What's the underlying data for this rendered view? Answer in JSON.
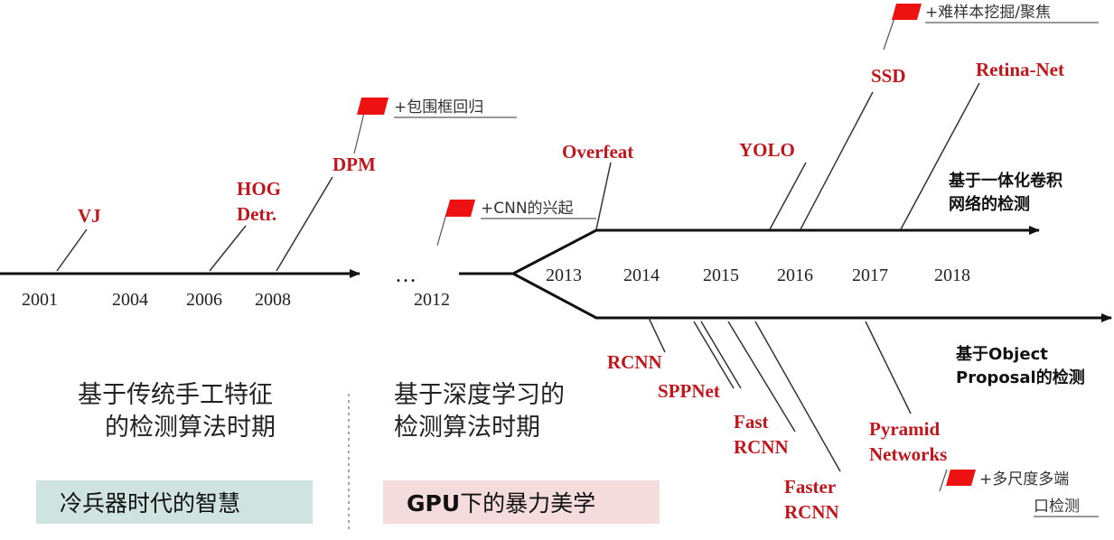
{
  "ellipsis": "…",
  "years": {
    "y2001": "2001",
    "y2004": "2004",
    "y2006": "2006",
    "y2008": "2008",
    "y2012": "2012",
    "y2013": "2013",
    "y2014": "2014",
    "y2015": "2015",
    "y2016": "2016",
    "y2017": "2017",
    "y2018": "2018"
  },
  "methods": {
    "vj": "VJ",
    "hog1": "HOG",
    "hog2": "Detr.",
    "dpm": "DPM",
    "overfeat": "Overfeat",
    "yolo": "YOLO",
    "ssd": "SSD",
    "retinanet": "Retina-Net",
    "rcnn": "RCNN",
    "sppnet": "SPPNet",
    "fast1": "Fast",
    "fast2": "RCNN",
    "faster1": "Faster",
    "faster2": "RCNN",
    "pyramid1": "Pyramid",
    "pyramid2": "Networks"
  },
  "flags": {
    "bbox": "+包围框回归",
    "cnn": "+CNN的兴起",
    "hard": "+难样本挖掘/聚焦",
    "multi1": "+多尺度多端",
    "multi2": "口检测"
  },
  "branches": {
    "one_stage_1": "基于一体化卷积",
    "one_stage_2": "网络的检测",
    "two_stage_1": "基于Object",
    "two_stage_2": "Proposal的检测"
  },
  "eras": {
    "traditional_1": "基于传统手工特征",
    "traditional_2": "的检测算法时期",
    "deep_1": "基于深度学习的",
    "deep_2": "检测算法时期"
  },
  "bands": {
    "left": "冷兵器时代的智慧",
    "right_bold": "GPU",
    "right_rest": "下的暴力美学"
  },
  "colors": {
    "flag": "#ee1111",
    "method_text": "#c0151b",
    "band_left": "#cfe3e1",
    "band_right": "#f5dcdc"
  }
}
